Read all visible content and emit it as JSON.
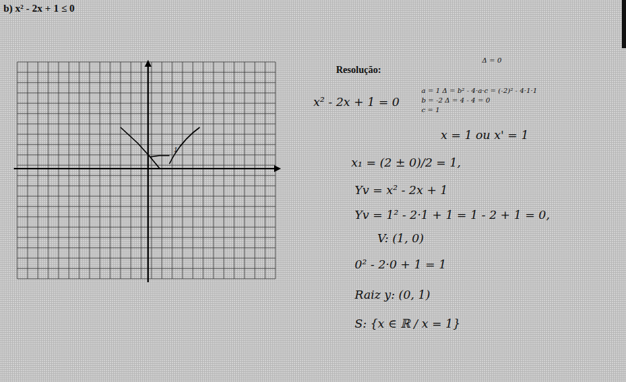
{
  "diagram": {
    "title": "b) x² - 2x + 1 ≤ 0",
    "labels": [
      "Resolução:",
      "Δ = 0",
      "x² - 2x + 1 = 0",
      "a = 1   Δ = b² - 4·a·c = (-2)² - 4·1·1",
      "b = -2   Δ = 4 - 4 = 0",
      "c = 1",
      "x = 1 ou x' = 1",
      "x₁ = (2 ± 0)/2 = 1,",
      "Yv = x² - 2x + 1",
      "Yv = 1² - 2·1 + 1 = 1 - 2 + 1 = 0,",
      "V: (1, 0)",
      "0² - 2·0 + 1 = 1",
      "Raiz y: (0, 1)",
      "S: {x ∈ ℝ / x = 1}",
      "1"
    ]
  }
}
